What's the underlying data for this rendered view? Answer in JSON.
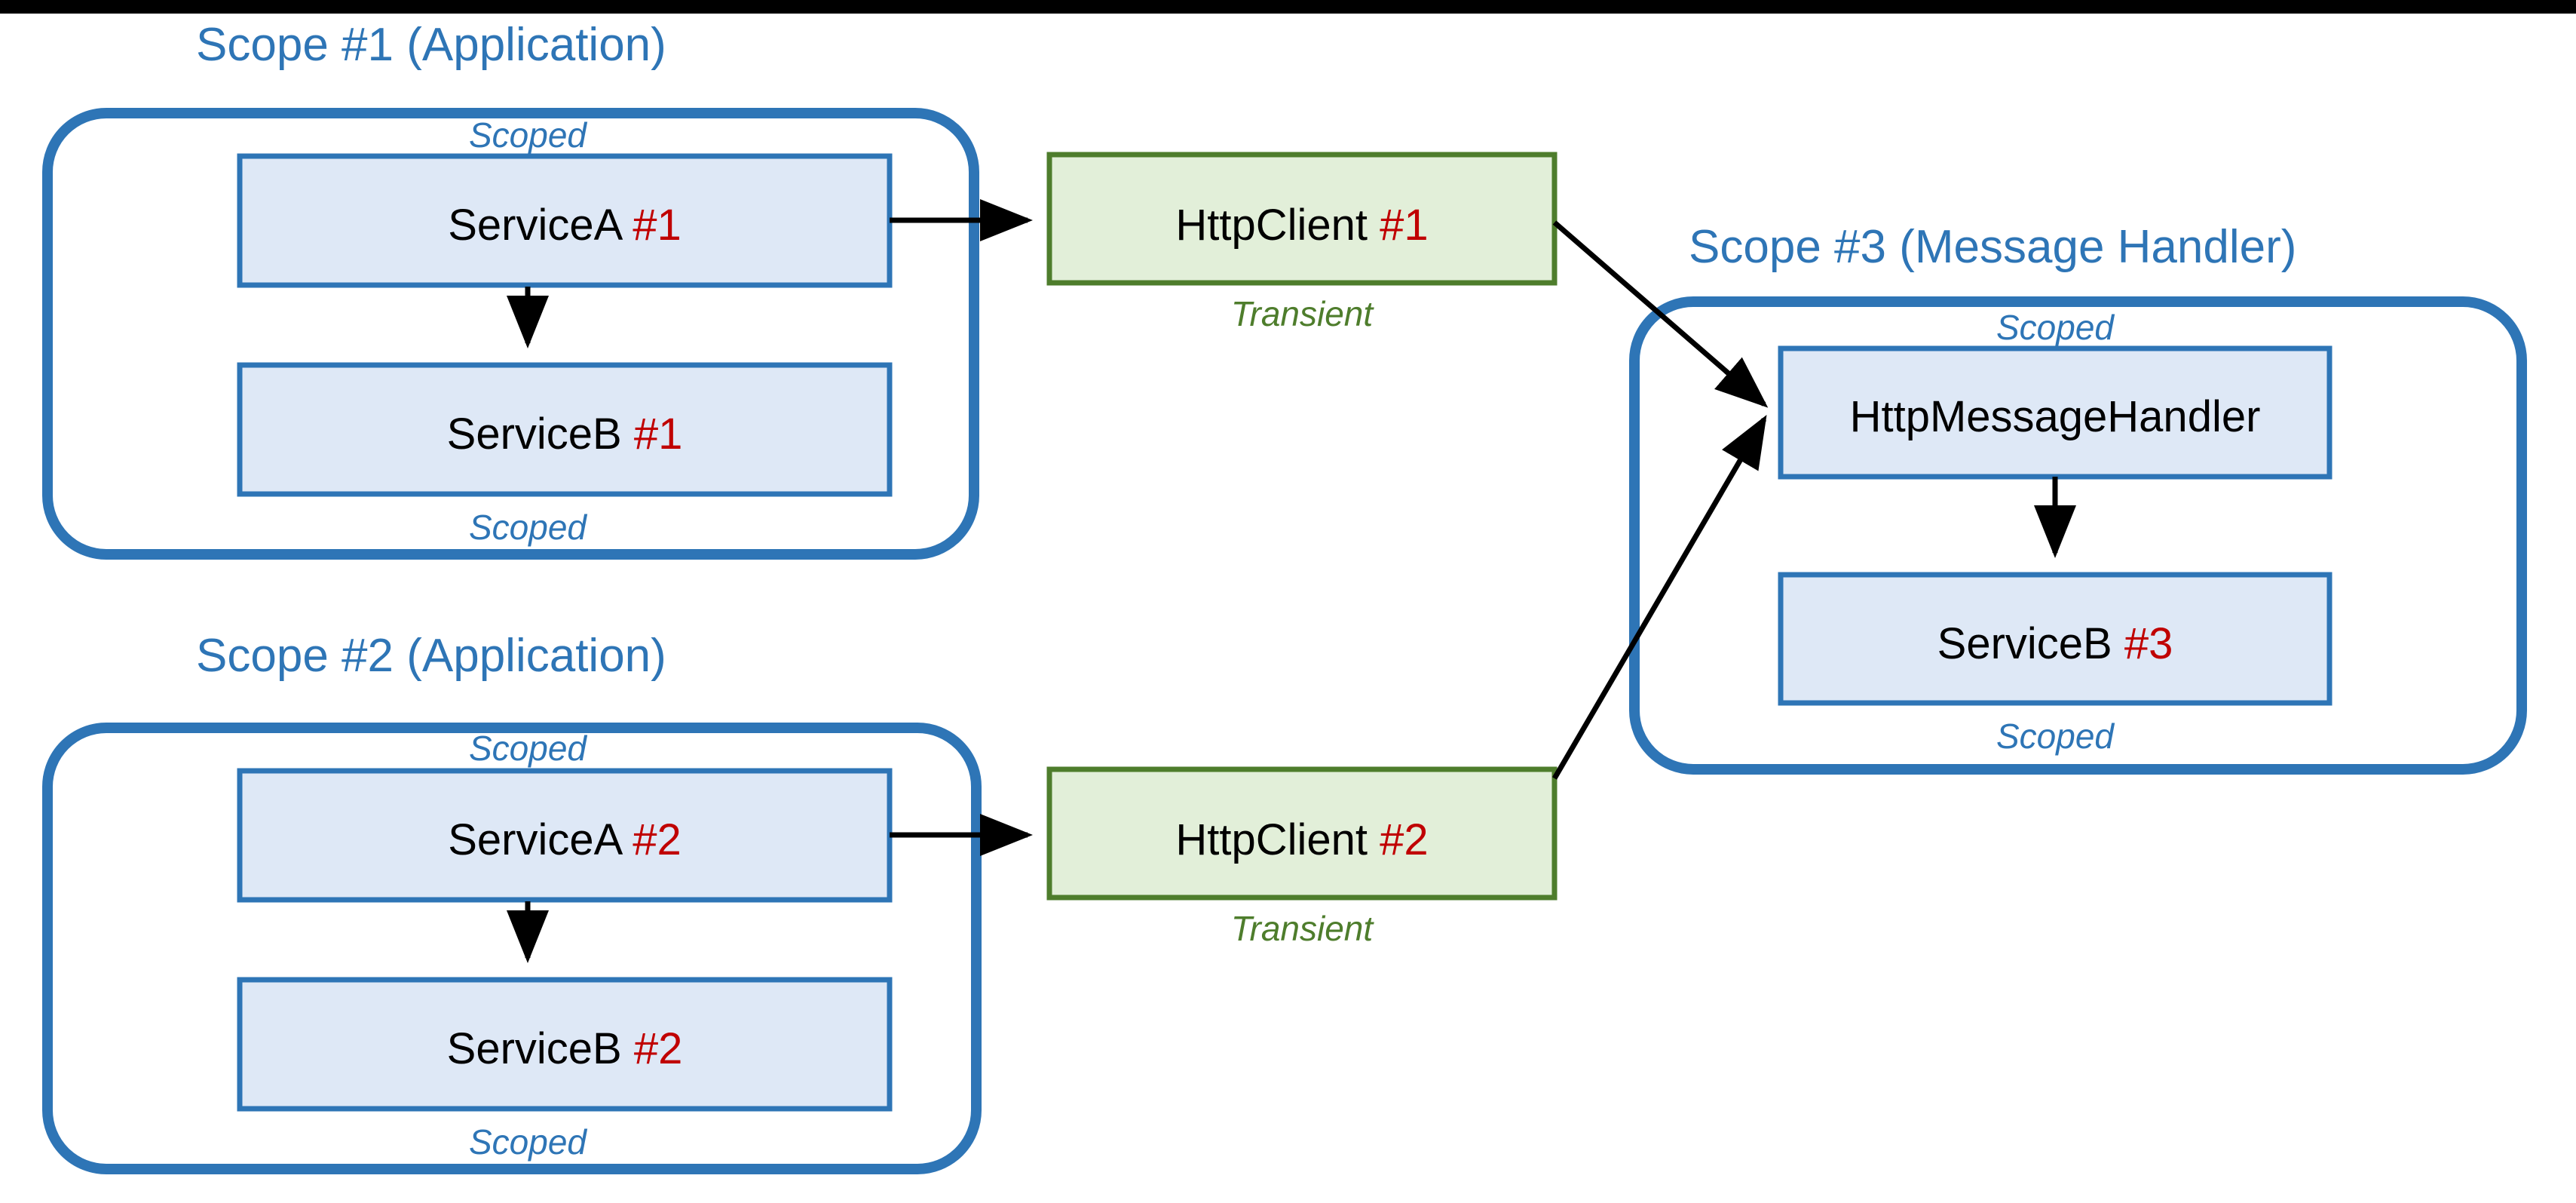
{
  "diagram": {
    "title_color": "#2E75B6",
    "accent_red": "#C00000",
    "accent_green": "#4E7D2C",
    "scope_border_color": "#2E75B6",
    "blue_box_fill": "#DEE8F6",
    "green_box_fill": "#E2EFD9"
  },
  "scopes": [
    {
      "id": "scope1",
      "title": "Scope #1 (Application)"
    },
    {
      "id": "scope2",
      "title": "Scope #2 (Application)"
    },
    {
      "id": "scope3",
      "title": "Scope #3 (Message Handler)"
    }
  ],
  "nodes": {
    "serviceA1": {
      "name": "ServiceA ",
      "index": "#1",
      "lifetime": "Scoped"
    },
    "serviceB1": {
      "name": "ServiceB ",
      "index": "#1",
      "lifetime": "Scoped"
    },
    "serviceA2": {
      "name": "ServiceA ",
      "index": "#2",
      "lifetime": "Scoped"
    },
    "serviceB2": {
      "name": "ServiceB ",
      "index": "#2",
      "lifetime": "Scoped"
    },
    "httpClient1": {
      "name": "HttpClient ",
      "index": "#1",
      "lifetime": "Transient"
    },
    "httpClient2": {
      "name": "HttpClient ",
      "index": "#2",
      "lifetime": "Transient"
    },
    "httpMessageHandler": {
      "name": "HttpMessageHandler",
      "index": "",
      "lifetime": "Scoped"
    },
    "serviceB3": {
      "name": "ServiceB ",
      "index": "#3",
      "lifetime": "Scoped"
    }
  },
  "edges": [
    {
      "from": "serviceA1",
      "to": "httpClient1"
    },
    {
      "from": "serviceA1",
      "to": "serviceB1"
    },
    {
      "from": "serviceA2",
      "to": "httpClient2"
    },
    {
      "from": "serviceA2",
      "to": "serviceB2"
    },
    {
      "from": "httpClient1",
      "to": "httpMessageHandler"
    },
    {
      "from": "httpClient2",
      "to": "httpMessageHandler"
    },
    {
      "from": "httpMessageHandler",
      "to": "serviceB3"
    }
  ]
}
